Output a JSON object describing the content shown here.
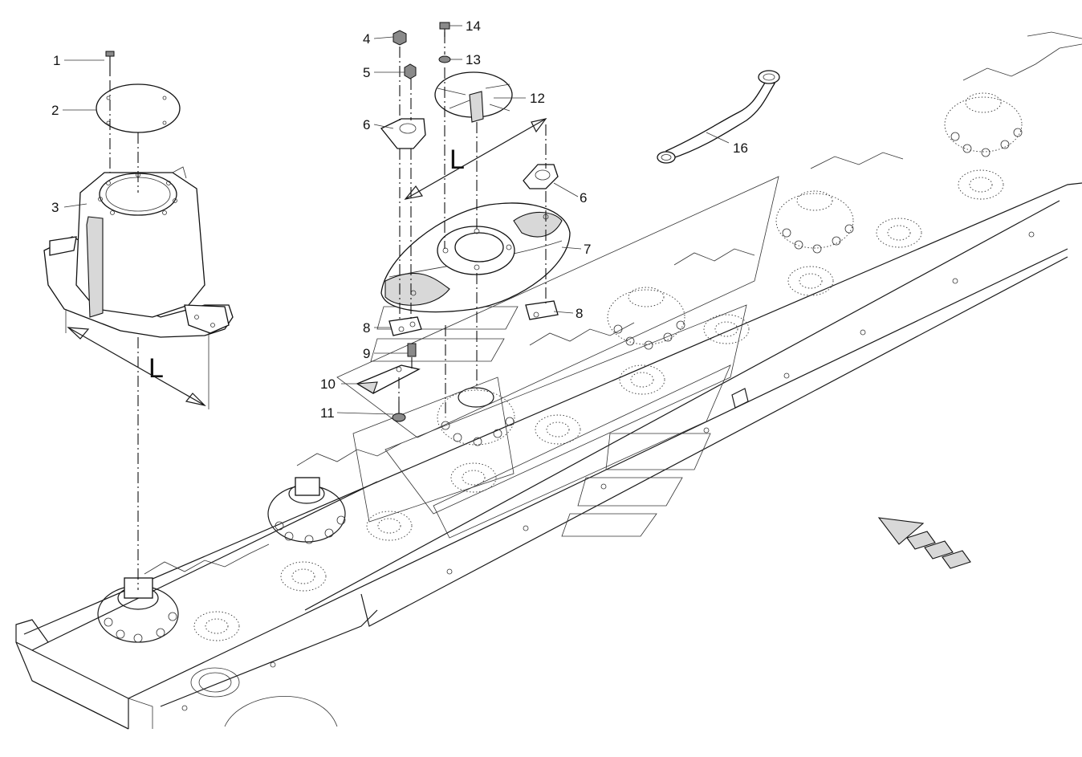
{
  "callouts": [
    {
      "id": "c1",
      "label": "1"
    },
    {
      "id": "c2",
      "label": "2"
    },
    {
      "id": "c3",
      "label": "3"
    },
    {
      "id": "c4",
      "label": "4"
    },
    {
      "id": "c5",
      "label": "5"
    },
    {
      "id": "c6a",
      "label": "6"
    },
    {
      "id": "c6b",
      "label": "6"
    },
    {
      "id": "c7",
      "label": "7"
    },
    {
      "id": "c8a",
      "label": "8"
    },
    {
      "id": "c8b",
      "label": "8"
    },
    {
      "id": "c9",
      "label": "9"
    },
    {
      "id": "c10",
      "label": "10"
    },
    {
      "id": "c11",
      "label": "11"
    },
    {
      "id": "c12",
      "label": "12"
    },
    {
      "id": "c13",
      "label": "13"
    },
    {
      "id": "c14",
      "label": "14"
    },
    {
      "id": "c16",
      "label": "16"
    }
  ],
  "dimensions": {
    "left_L": "L",
    "right_L": "L"
  },
  "colors": {
    "line": "#111111",
    "fill_light": "#d8d8d8",
    "fill_dark": "#8a8a8a"
  },
  "icons": {
    "direction_arrow": "travel-direction-arrow-icon"
  }
}
